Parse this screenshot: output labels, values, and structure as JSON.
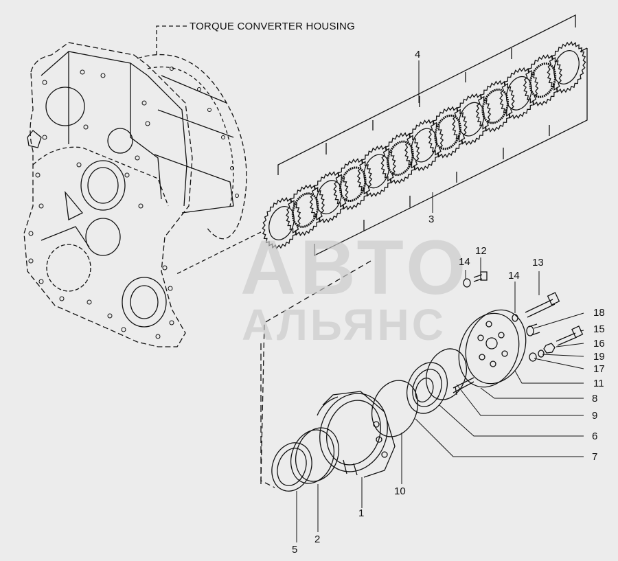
{
  "title": "TORQUE CONVERTER HOUSING",
  "watermark": {
    "line1": "АВТО",
    "line2": "АЛЬЯНС"
  },
  "callouts": [
    "1",
    "2",
    "3",
    "4",
    "5",
    "6",
    "7",
    "8",
    "9",
    "10",
    "11",
    "12",
    "13",
    "14",
    "14",
    "15",
    "16",
    "17",
    "18",
    "19"
  ],
  "colors": {
    "background": "#ececec",
    "line": "#111111",
    "watermark": "#c9c9c9"
  }
}
